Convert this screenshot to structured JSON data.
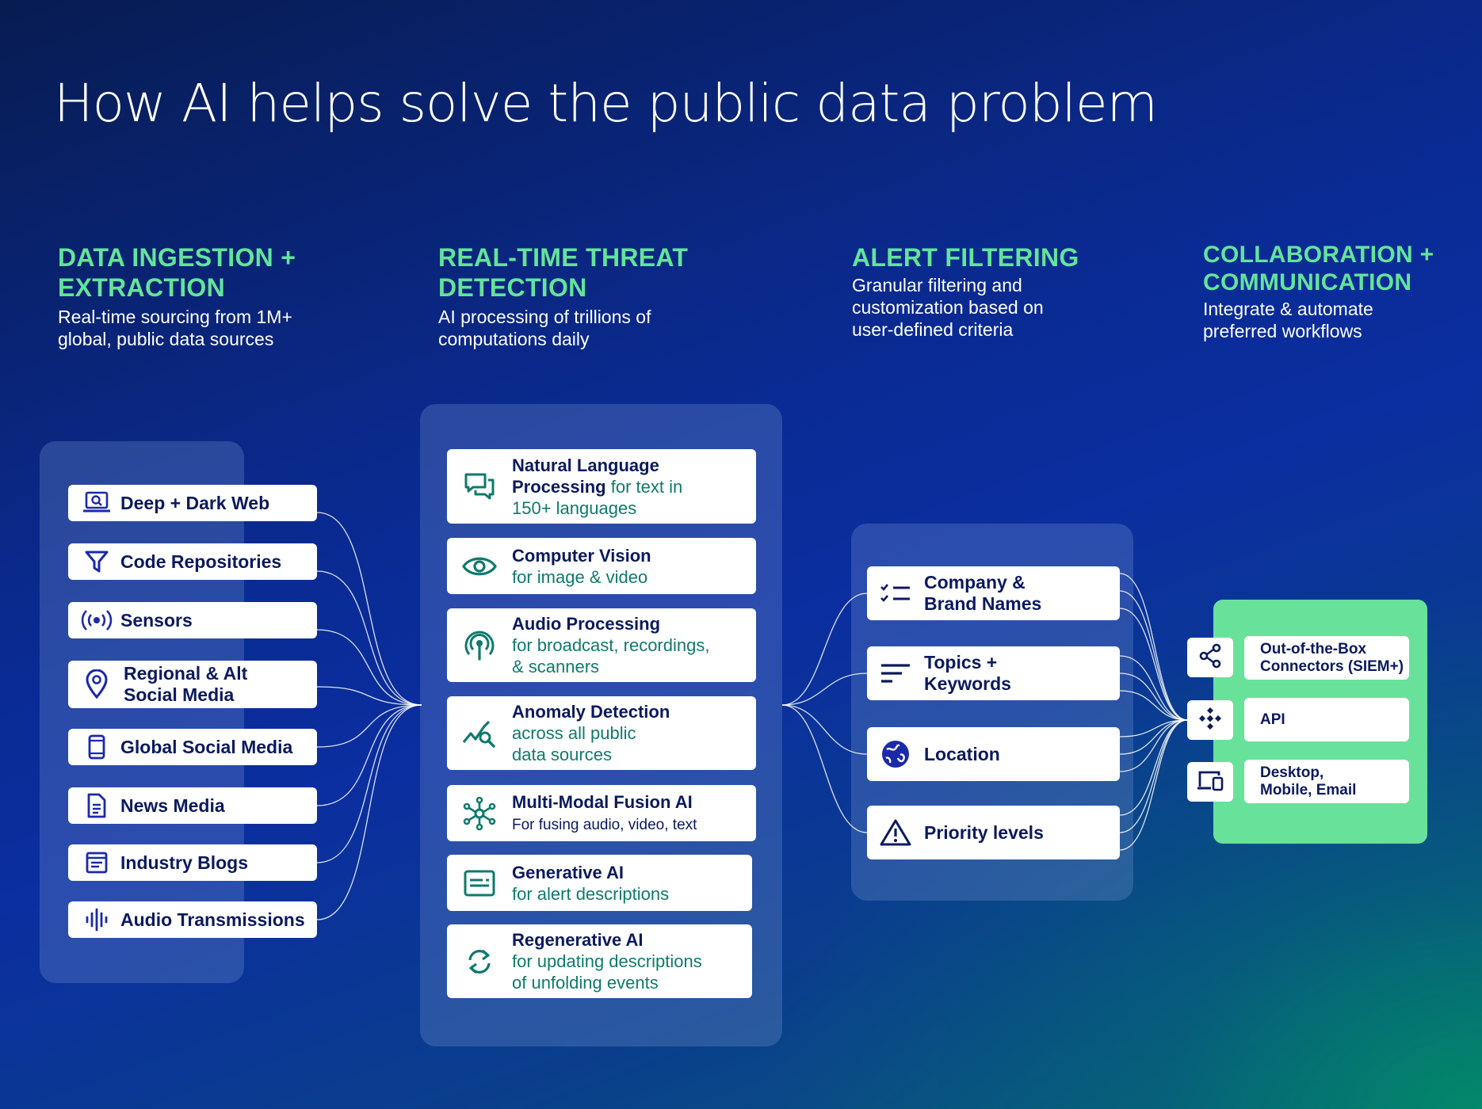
{
  "title": "How AI helps solve the public data problem",
  "columns": [
    {
      "heading_line1": "DATA INGESTION +",
      "heading_line2": "EXTRACTION",
      "desc_line1": "Real-time sourcing from 1M+",
      "desc_line2": "global, public data sources"
    },
    {
      "heading_line1": "REAL-TIME THREAT",
      "heading_line2": "DETECTION",
      "desc_line1": "AI processing of trillions of",
      "desc_line2": "computations daily"
    },
    {
      "heading_line1": "ALERT FILTERING",
      "desc_line1": "Granular filtering and",
      "desc_line2": "customization based on",
      "desc_line3": "user-defined criteria"
    },
    {
      "heading_line1": "COLLABORATION +",
      "heading_line2": "COMMUNICATION",
      "desc_line1": "Integrate & automate",
      "desc_line2": "preferred workflows"
    }
  ],
  "sources": [
    {
      "label": "Deep + Dark Web",
      "icon": "laptop-search-icon"
    },
    {
      "label": "Code Repositories",
      "icon": "funnel-icon"
    },
    {
      "label": "Sensors",
      "icon": "broadcast-icon"
    },
    {
      "label_line1": "Regional & Alt",
      "label_line2": "Social Media",
      "icon": "location-pin-icon"
    },
    {
      "label": "Global Social Media",
      "icon": "smartphone-icon"
    },
    {
      "label": "News Media",
      "icon": "document-icon"
    },
    {
      "label": "Industry Blogs",
      "icon": "blog-icon"
    },
    {
      "label": "Audio Transmissions",
      "icon": "waveform-icon"
    }
  ],
  "detection": [
    {
      "bold1": "Natural Language",
      "bold2": "Processing",
      "rest2": " for text in",
      "line3": "150+ languages",
      "icon": "chat-icon"
    },
    {
      "bold": "Computer Vision",
      "line2": "for image & video",
      "icon": "eye-icon"
    },
    {
      "bold": "Audio Processing",
      "line2": "for broadcast, recordings,",
      "line3": "& scanners",
      "icon": "podcast-icon"
    },
    {
      "bold": "Anomaly Detection",
      "line2": "across all public",
      "line3": "data sources",
      "icon": "trend-search-icon"
    },
    {
      "bold": "Multi-Modal Fusion AI",
      "line2": "For fusing audio, video, text",
      "icon": "network-hub-icon"
    },
    {
      "bold": "Generative AI",
      "line2": "for alert descriptions",
      "icon": "text-box-icon"
    },
    {
      "bold": "Regenerative AI",
      "line2": "for updating descriptions",
      "line3": "of unfolding events",
      "icon": "refresh-icon"
    }
  ],
  "filters": [
    {
      "line1": "Company &",
      "line2": "Brand Names",
      "icon": "checklist-icon"
    },
    {
      "line1": "Topics +",
      "line2": "Keywords",
      "icon": "text-lines-icon"
    },
    {
      "line1": "Location",
      "icon": "globe-icon"
    },
    {
      "line1": "Priority levels",
      "icon": "warning-icon"
    }
  ],
  "outputs": [
    {
      "line1": "Out-of-the-Box",
      "line2": "Connectors (SIEM+)",
      "icon": "share-icon"
    },
    {
      "line1": "API",
      "icon": "api-icon"
    },
    {
      "line1": "Desktop,",
      "line2": "Mobile, Email",
      "icon": "devices-icon"
    }
  ],
  "colors": {
    "accent_green": "#63e49a",
    "navy": "#0b1a5e",
    "teal": "#0e7a6c"
  }
}
